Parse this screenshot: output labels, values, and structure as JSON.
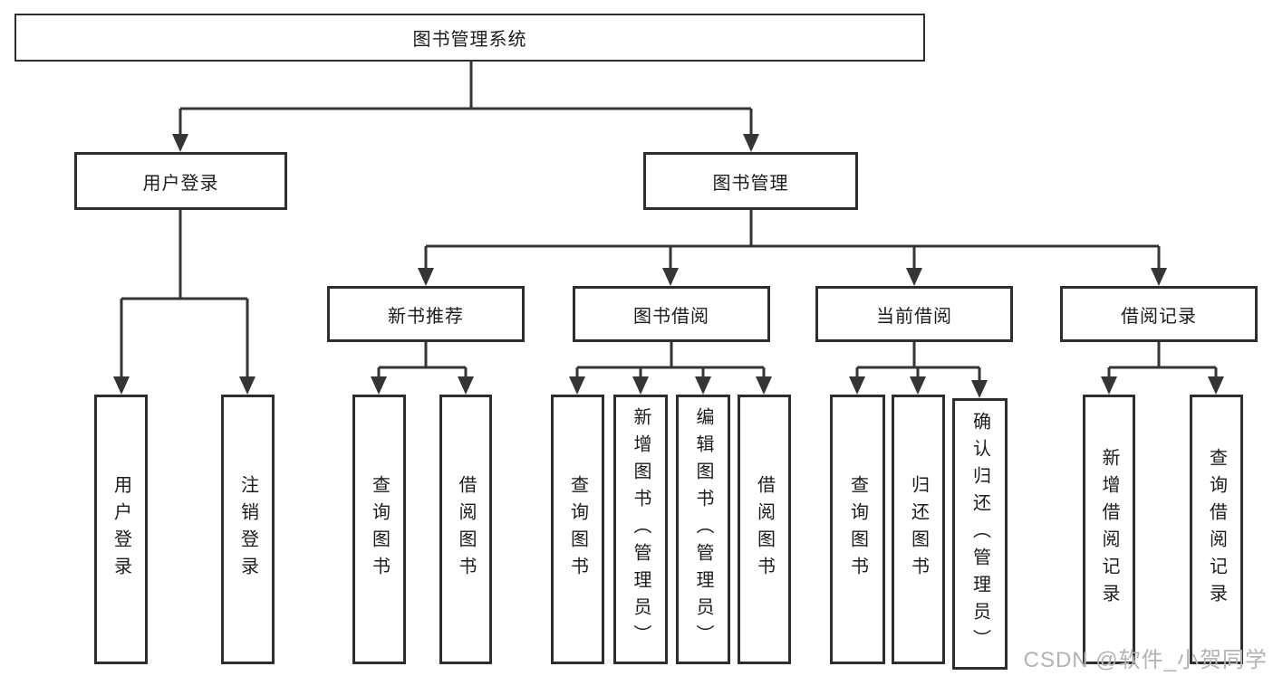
{
  "diagram": {
    "root": {
      "label": "图书管理系统"
    },
    "level2": [
      {
        "label": "用户登录"
      },
      {
        "label": "图书管理"
      }
    ],
    "level3": [
      {
        "label": "新书推荐"
      },
      {
        "label": "图书借阅"
      },
      {
        "label": "当前借阅"
      },
      {
        "label": "借阅记录"
      }
    ],
    "leaf_groups": [
      {
        "parent": "用户登录",
        "items": [
          "用户登录",
          "注销登录"
        ]
      },
      {
        "parent": "新书推荐",
        "items": [
          "查询图书",
          "借阅图书"
        ]
      },
      {
        "parent": "图书借阅",
        "items": [
          "查询图书",
          "新增图书（管理员）",
          "编辑图书（管理员）",
          "借阅图书"
        ]
      },
      {
        "parent": "当前借阅",
        "items": [
          "查询图书",
          "归还图书",
          "确认归还（管理员）"
        ]
      },
      {
        "parent": "借阅记录",
        "items": [
          "新增借阅记录",
          "查询借阅记录"
        ]
      }
    ]
  },
  "watermark": {
    "text": "CSDN @软件_小贺同学",
    "color": "#b3b3b3"
  },
  "colors": {
    "line": "#353535",
    "box_border": "#2e2e2e",
    "box_background": "#ffffff",
    "text": "#1c1c1c",
    "background": "#ffffff"
  }
}
